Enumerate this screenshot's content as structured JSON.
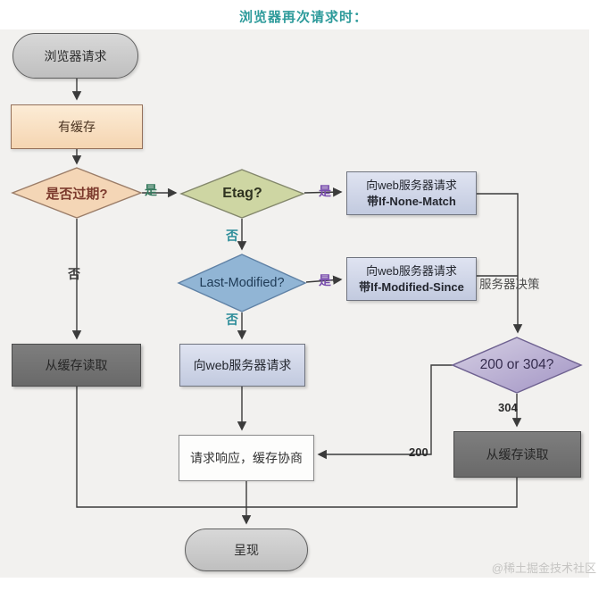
{
  "title": "浏览器再次请求时：",
  "watermark": "@稀土掘金技术社区",
  "colors": {
    "title": "#2e9b9b",
    "canvas_bg": "#f2f1ef",
    "start_fill": "#cccccc",
    "has_cache_fill": "#f7dcbb",
    "expired_fill": "#f4d6b6",
    "etag_fill": "#ced6a3",
    "last_modified_fill": "#91b5d5",
    "status_fill": "#a89ac8",
    "request_box_fill": "#cdd4e6",
    "dark_box_fill": "#717171",
    "yes_label_purple": "#7a4fae",
    "no_label_teal": "#2d8d99",
    "connector": "#3b3b3b"
  },
  "flowchart": {
    "nodes": {
      "start": {
        "label": "浏览器请求"
      },
      "has_cache": {
        "label": "有缓存"
      },
      "expired": {
        "label": "是否过期?"
      },
      "etag": {
        "label": "Etag?"
      },
      "if_none_match": {
        "line1": "向web服务器请求",
        "line2": "带If-None-Match"
      },
      "last_modified": {
        "label": "Last-Modified?"
      },
      "if_modified_since": {
        "line1": "向web服务器请求",
        "line2": "带If-Modified-Since"
      },
      "web_request": {
        "label": "向web服务器请求"
      },
      "cache_read_left": {
        "label": "从缓存读取"
      },
      "status": {
        "label": "200 or 304?"
      },
      "response": {
        "label": "请求响应，缓存协商"
      },
      "cache_read_right": {
        "label": "从缓存读取"
      },
      "present": {
        "label": "呈现"
      }
    },
    "edge_labels": {
      "expired_yes": "是",
      "expired_no": "否",
      "etag_yes": "是",
      "etag_no": "否",
      "lastmod_yes": "是",
      "lastmod_no": "否",
      "server_decision": "服务器决策",
      "status_304": "304",
      "status_200": "200"
    }
  }
}
